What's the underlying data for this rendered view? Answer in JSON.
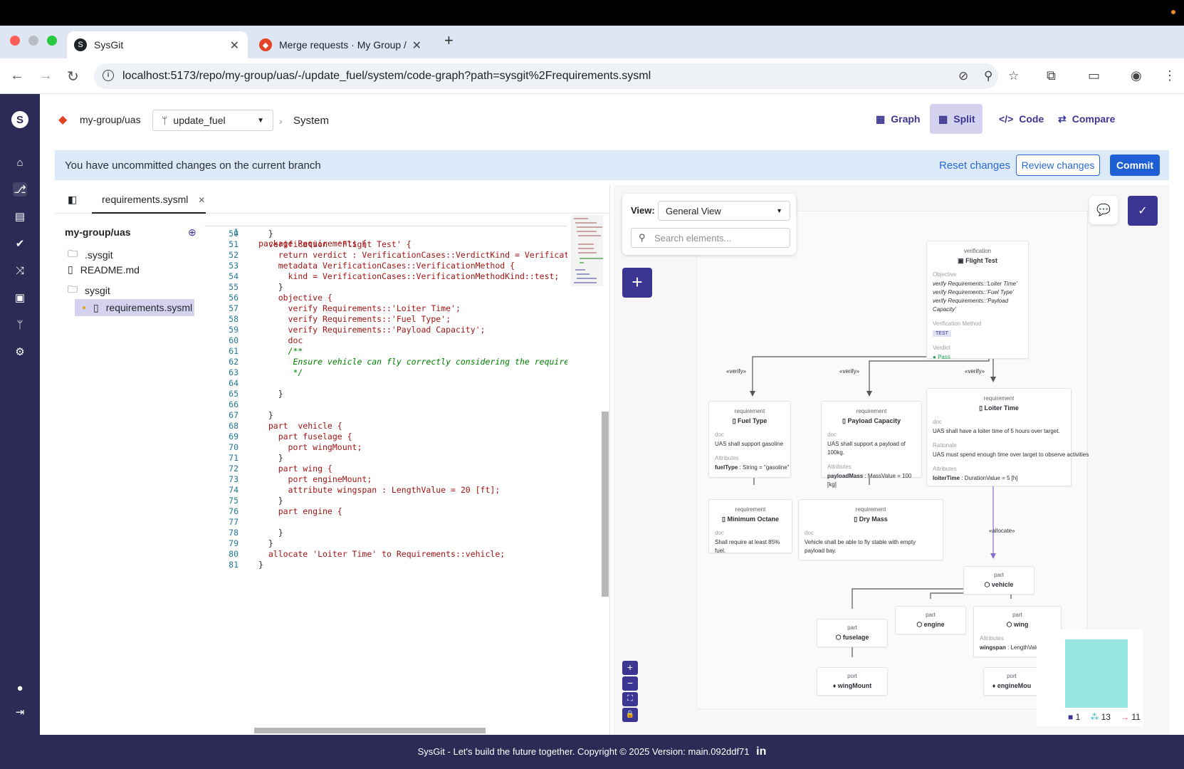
{
  "browser": {
    "tabs": [
      {
        "title": "SysGit",
        "active": true
      },
      {
        "title": "Merge requests · My Group /",
        "active": false
      }
    ],
    "url": "localhost:5173/repo/my-group/uas/-/update_fuel/system/code-graph?path=sysgit%2Frequirements.sysml"
  },
  "header": {
    "repo": "my-group/uas",
    "branch": "update_fuel",
    "section": "System",
    "views": [
      "Graph",
      "Split",
      "Code",
      "Compare"
    ],
    "active_view": "Split"
  },
  "banner": {
    "message": "You have uncommitted changes on the current branch",
    "reset_label": "Reset changes",
    "review_label": "Review changes",
    "commit_label": "Commit"
  },
  "editor": {
    "open_file": "requirements.sysml",
    "tree": {
      "root": "my-group/uas",
      "items": [
        ".sysgit",
        "README.md",
        "sysgit",
        "requirements.sysml"
      ]
    },
    "first_line": {
      "n": "1",
      "text": "package Requirements {"
    },
    "lines": [
      {
        "n": "50",
        "text": "  }"
      },
      {
        "n": "51",
        "text": "  verification  'Flight Test' {"
      },
      {
        "n": "52",
        "text": "    return verdict : VerificationCases::VerdictKind = VerificationCase"
      },
      {
        "n": "53",
        "text": "    metadata VerificationCases::VerificationMethod {"
      },
      {
        "n": "54",
        "text": "      kind = VerificationCases::VerificationMethodKind::test;"
      },
      {
        "n": "55",
        "text": "    }"
      },
      {
        "n": "56",
        "text": "    objective {"
      },
      {
        "n": "57",
        "text": "      verify Requirements::'Loiter Time';"
      },
      {
        "n": "58",
        "text": "      verify Requirements::'Fuel Type';"
      },
      {
        "n": "59",
        "text": "      verify Requirements::'Payload Capacity';"
      },
      {
        "n": "60",
        "text": "      doc"
      },
      {
        "n": "61",
        "text": "      /**"
      },
      {
        "n": "62",
        "text": "       Ensure vehicle can fly correctly considering the requirements."
      },
      {
        "n": "63",
        "text": "       */"
      },
      {
        "n": "64",
        "text": ""
      },
      {
        "n": "65",
        "text": "    }"
      },
      {
        "n": "66",
        "text": ""
      },
      {
        "n": "67",
        "text": "  }"
      },
      {
        "n": "68",
        "text": "  part  vehicle {"
      },
      {
        "n": "69",
        "text": "    part fuselage {"
      },
      {
        "n": "70",
        "text": "      port wingMount;"
      },
      {
        "n": "71",
        "text": "    }"
      },
      {
        "n": "72",
        "text": "    part wing {"
      },
      {
        "n": "73",
        "text": "      port engineMount;"
      },
      {
        "n": "74",
        "text": "      attribute wingspan : LengthValue = 20 [ft];"
      },
      {
        "n": "75",
        "text": "    }"
      },
      {
        "n": "76",
        "text": "    part engine {"
      },
      {
        "n": "77",
        "text": "      "
      },
      {
        "n": "78",
        "text": "    }"
      },
      {
        "n": "79",
        "text": "  }"
      },
      {
        "n": "80",
        "text": "  allocate 'Loiter Time' to Requirements::vehicle;"
      },
      {
        "n": "81",
        "text": "}"
      }
    ]
  },
  "graph": {
    "view_label": "View:",
    "view_value": "General View",
    "search_placeholder": "Search elements...",
    "nodes": {
      "flight_test": {
        "stereo": "verification",
        "name": "Flight Test",
        "objective_label": "Objective",
        "objective": [
          "verify Requirements::'Loiter Time'",
          "verify Requirements::'Fuel Type'",
          "verify Requirements::'Payload Capacity'"
        ],
        "method_label": "Verification Method",
        "method": "TEST",
        "verdict_label": "Verdict",
        "verdict": "Pass"
      },
      "fuel_type": {
        "stereo": "requirement",
        "name": "Fuel Type",
        "doc_label": "doc",
        "doc": "UAS shall support gasoline",
        "attr_label": "Attributes",
        "attr_name": "fuelType",
        "attr_rest": " : String = \"gasoline\""
      },
      "payload": {
        "stereo": "requirement",
        "name": "Payload Capacity",
        "doc_label": "doc",
        "doc": "UAS shall support a payload of 100kg.",
        "attr_label": "Attributes",
        "attr_name": "payloadMass",
        "attr_rest": " : MassValue = 100 [kg]"
      },
      "loiter": {
        "stereo": "requirement",
        "name": "Loiter Time",
        "doc_label": "doc",
        "doc": "UAS shall have a loiter time of 5 hours over target.",
        "rationale_label": "Rationale",
        "rationale": "UAS must spend enough time over target to observe activities",
        "attr_label": "Attributes",
        "attr_name": "loiterTime",
        "attr_rest": " : DurationValue = 5 [h]"
      },
      "min_octane": {
        "stereo": "requirement",
        "name": "Minimum Octane",
        "doc_label": "doc",
        "doc": "Shall require at least 85% fuel."
      },
      "dry_mass": {
        "stereo": "requirement",
        "name": "Dry Mass",
        "doc_label": "doc",
        "doc": "Vehicle shall be able to fly stable with empty payload bay."
      },
      "vehicle": {
        "stereo": "part",
        "name": "vehicle"
      },
      "fuselage": {
        "stereo": "part",
        "name": "fuselage"
      },
      "engine": {
        "stereo": "part",
        "name": "engine"
      },
      "wing": {
        "stereo": "part",
        "name": "wing",
        "attr_label": "Attributes",
        "attr_name": "wingspan",
        "attr_rest": " : LengthValu"
      },
      "wingmount": {
        "stereo": "port",
        "name": "wingMount"
      },
      "enginemount": {
        "stereo": "port",
        "name": "engineMou"
      }
    },
    "edge_labels": {
      "verify": "«verify»",
      "allocate": "«allocate»"
    },
    "stats": {
      "packages": "1",
      "elements": "13",
      "relations": "11"
    }
  },
  "footer": {
    "text": "SysGit - Let's build the future together.  Copyright © 2025  Version: main.092ddf71"
  },
  "colors": {
    "brand": "#3c3693",
    "sidebar": "#2b2b55",
    "banner": "#dbe9f8",
    "commit": "#1f5fd6"
  }
}
